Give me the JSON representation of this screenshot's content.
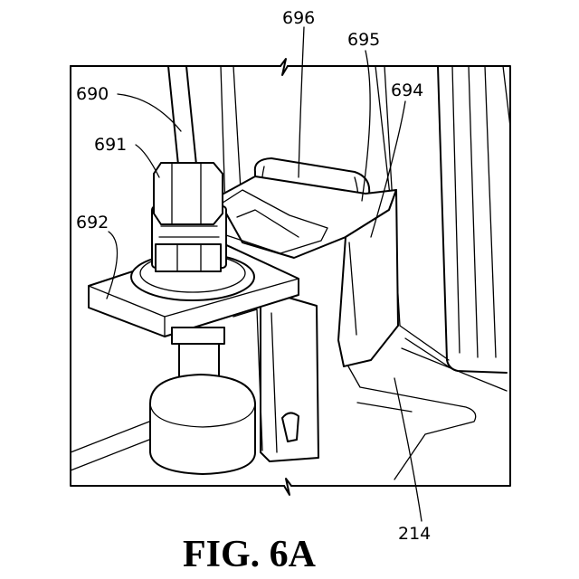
{
  "figure": {
    "caption": "FIG. 6A",
    "labels": {
      "l690": "690",
      "l691": "691",
      "l692": "692",
      "l694": "694",
      "l695": "695",
      "l696": "696",
      "l214": "214"
    }
  }
}
